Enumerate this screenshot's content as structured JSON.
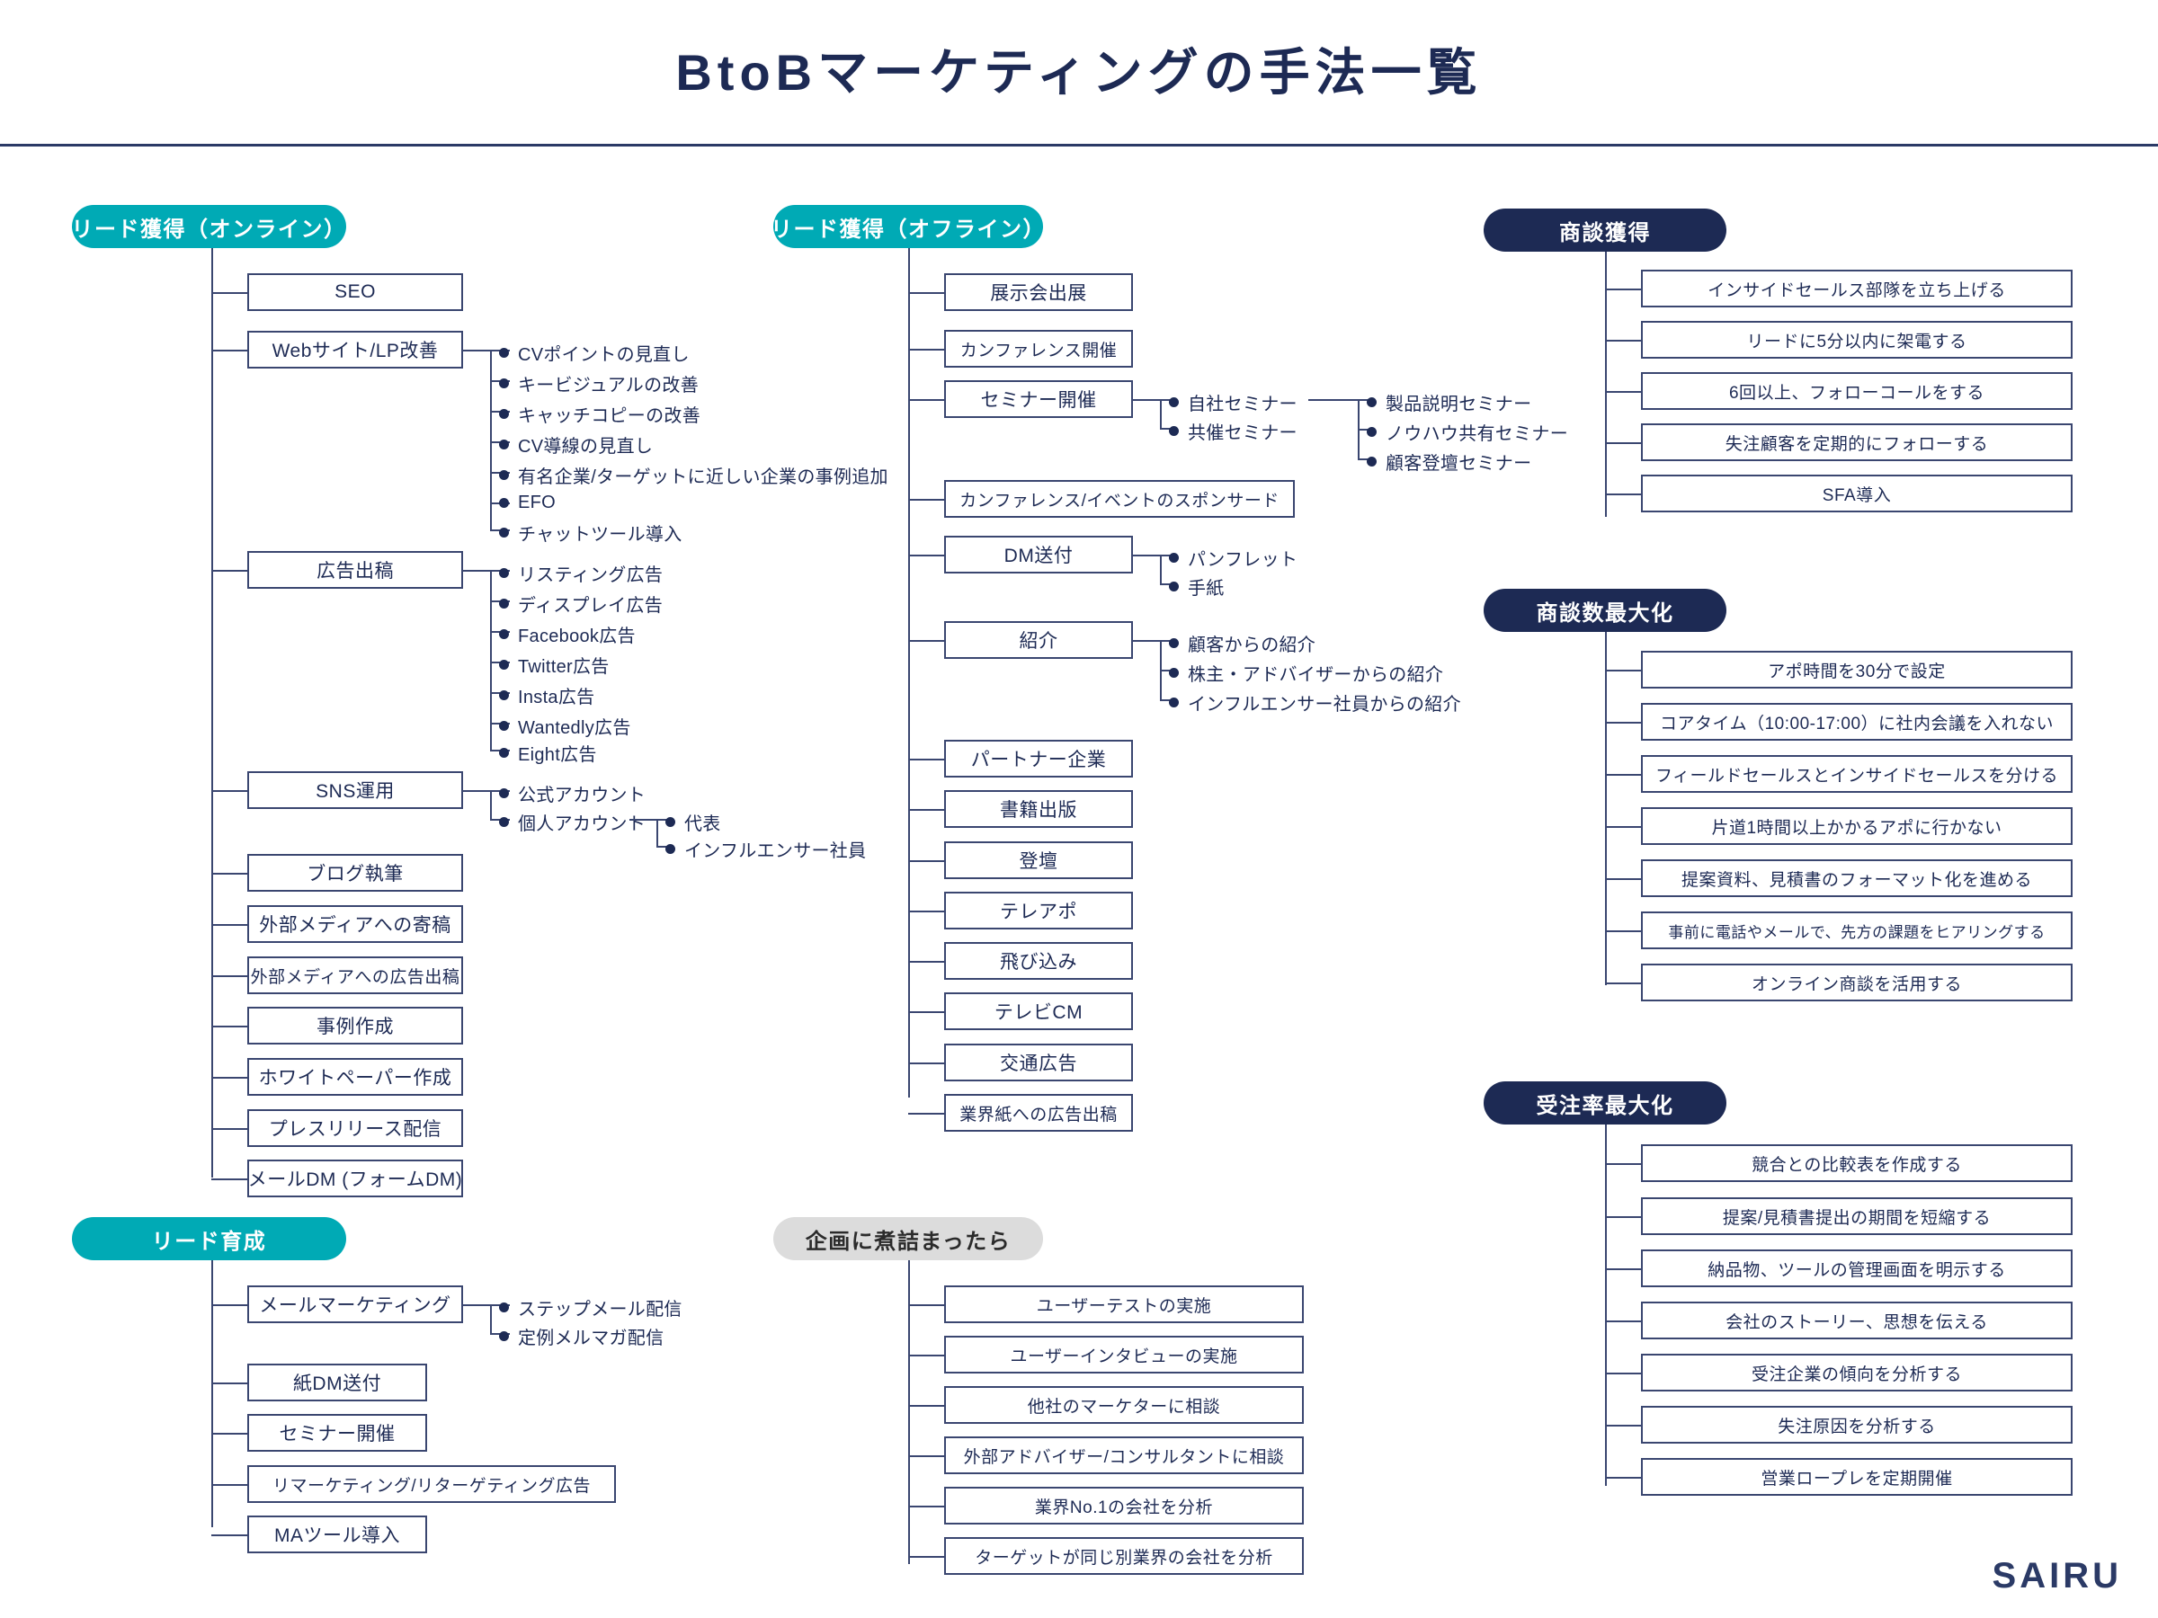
{
  "header": {
    "title": "BtoBマーケティングの手法一覧"
  },
  "footer": {
    "brand": "SAIRU"
  },
  "colors": {
    "teal": "#00aab5",
    "navy": "#1d2a54",
    "grey": "#dcdcdc",
    "line": "#3a4670",
    "text": "#1d2a54"
  },
  "sections": {
    "lead_online": {
      "title": "リード獲得（オンライン）",
      "nodes": [
        {
          "label": "SEO"
        },
        {
          "label": "Webサイト/LP改善",
          "children": [
            "CVポイントの見直し",
            "キービジュアルの改善",
            "キャッチコピーの改善",
            "CV導線の見直し",
            "有名企業/ターゲットに近しい企業の事例追加",
            "EFO",
            "チャットツール導入"
          ]
        },
        {
          "label": "広告出稿",
          "children": [
            "リスティング広告",
            "ディスプレイ広告",
            "Facebook広告",
            "Twitter広告",
            "Insta広告",
            "Wantedly広告",
            "Eight広告"
          ]
        },
        {
          "label": "SNS運用",
          "children": [
            "公式アカウント",
            "個人アカウント"
          ],
          "grandchildren": [
            "代表",
            "インフルエンサー社員"
          ]
        },
        {
          "label": "ブログ執筆"
        },
        {
          "label": "外部メディアへの寄稿"
        },
        {
          "label": "外部メディアへの広告出稿"
        },
        {
          "label": "事例作成"
        },
        {
          "label": "ホワイトペーパー作成"
        },
        {
          "label": "プレスリリース配信"
        },
        {
          "label": "メールDM (フォームDM)"
        }
      ]
    },
    "lead_nurture": {
      "title": "リード育成",
      "nodes": [
        {
          "label": "メールマーケティング",
          "children": [
            "ステップメール配信",
            "定例メルマガ配信"
          ]
        },
        {
          "label": "紙DM送付"
        },
        {
          "label": "セミナー開催"
        },
        {
          "label": "リマーケティング/リターゲティング広告"
        },
        {
          "label": "MAツール導入"
        }
      ]
    },
    "lead_offline": {
      "title": "リード獲得（オフライン）",
      "nodes": [
        {
          "label": "展示会出展"
        },
        {
          "label": "カンファレンス開催"
        },
        {
          "label": "セミナー開催",
          "children": [
            "自社セミナー",
            "共催セミナー"
          ],
          "grandchildren": [
            "製品説明セミナー",
            "ノウハウ共有セミナー",
            "顧客登壇セミナー"
          ]
        },
        {
          "label": "カンファレンス/イベントのスポンサード"
        },
        {
          "label": "DM送付",
          "children": [
            "パンフレット",
            "手紙"
          ]
        },
        {
          "label": "紹介",
          "children": [
            "顧客からの紹介",
            "株主・アドバイザーからの紹介",
            "インフルエンサー社員からの紹介"
          ]
        },
        {
          "label": "パートナー企業"
        },
        {
          "label": "書籍出版"
        },
        {
          "label": "登壇"
        },
        {
          "label": "テレアポ"
        },
        {
          "label": "飛び込み"
        },
        {
          "label": "テレビCM"
        },
        {
          "label": "交通広告"
        },
        {
          "label": "業界紙への広告出稿"
        }
      ]
    },
    "planning_stuck": {
      "title": "企画に煮詰まったら",
      "nodes": [
        {
          "label": "ユーザーテストの実施"
        },
        {
          "label": "ユーザーインタビューの実施"
        },
        {
          "label": "他社のマーケターに相談"
        },
        {
          "label": "外部アドバイザー/コンサルタントに相談"
        },
        {
          "label": "業界No.1の会社を分析"
        },
        {
          "label": "ターゲットが同じ別業界の会社を分析"
        }
      ]
    },
    "deal_acquisition": {
      "title": "商談獲得",
      "nodes": [
        {
          "label": "インサイドセールス部隊を立ち上げる"
        },
        {
          "label": "リードに5分以内に架電する"
        },
        {
          "label": "6回以上、フォローコールをする"
        },
        {
          "label": "失注顧客を定期的にフォローする"
        },
        {
          "label": "SFA導入"
        }
      ]
    },
    "deal_maximize": {
      "title": "商談数最大化",
      "nodes": [
        {
          "label": "アポ時間を30分で設定"
        },
        {
          "label": "コアタイム（10:00-17:00）に社内会議を入れない"
        },
        {
          "label": "フィールドセールスとインサイドセールスを分ける"
        },
        {
          "label": "片道1時間以上かかるアポに行かない"
        },
        {
          "label": "提案資料、見積書のフォーマット化を進める"
        },
        {
          "label": "事前に電話やメールで、先方の課題をヒアリングする"
        },
        {
          "label": "オンライン商談を活用する"
        }
      ]
    },
    "win_rate": {
      "title": "受注率最大化",
      "nodes": [
        {
          "label": "競合との比較表を作成する"
        },
        {
          "label": "提案/見積書提出の期間を短縮する"
        },
        {
          "label": "納品物、ツールの管理画面を明示する"
        },
        {
          "label": "会社のストーリー、思想を伝える"
        },
        {
          "label": "受注企業の傾向を分析する"
        },
        {
          "label": "失注原因を分析する"
        },
        {
          "label": "営業ロープレを定期開催"
        }
      ]
    }
  }
}
